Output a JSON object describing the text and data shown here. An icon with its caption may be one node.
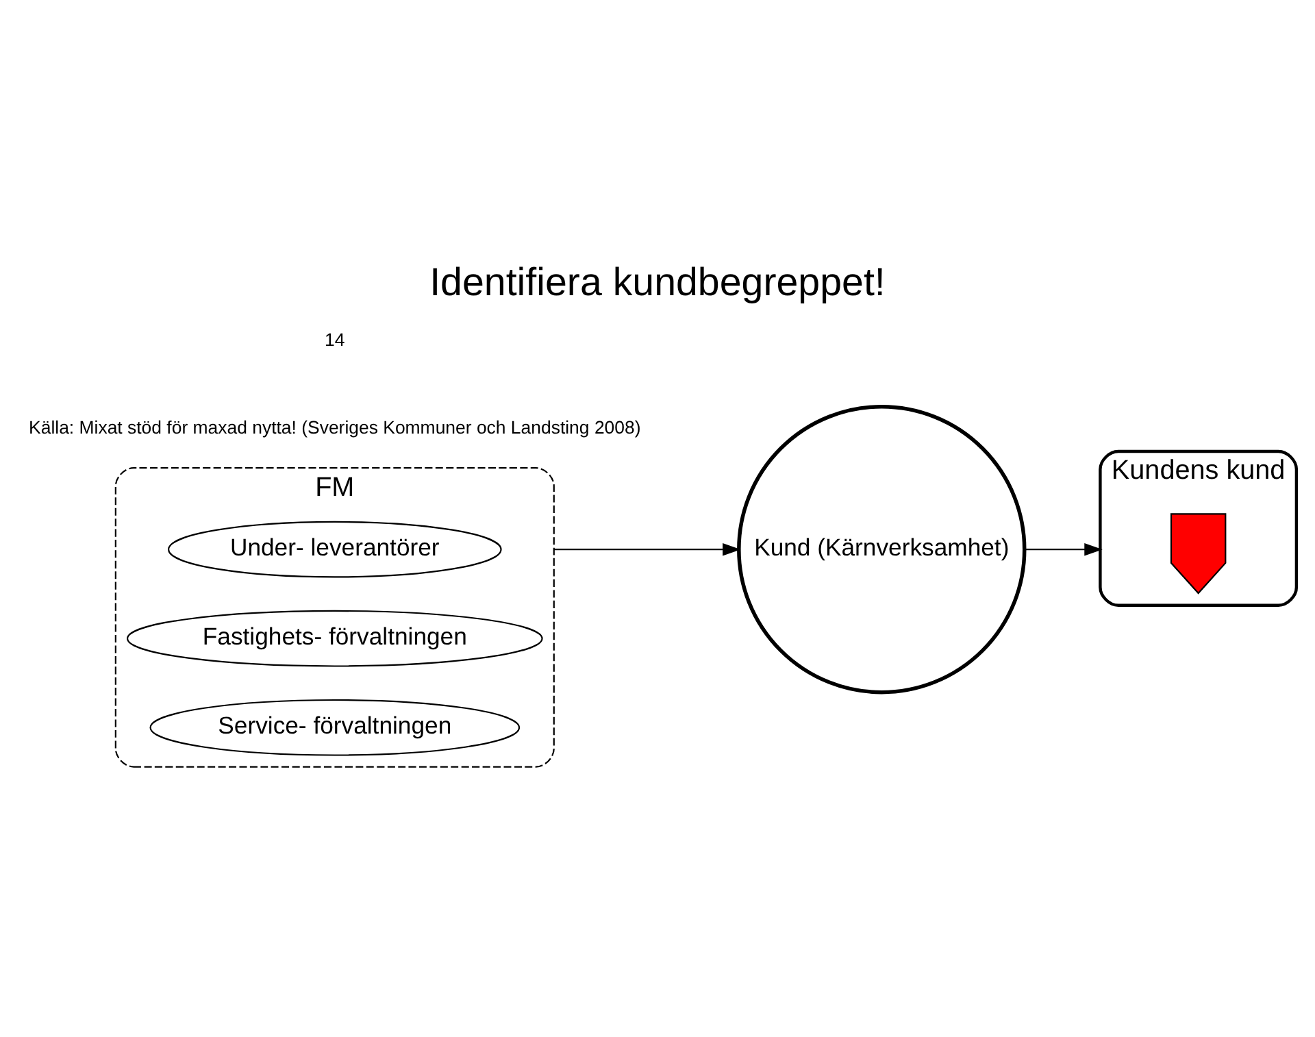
{
  "diagram": {
    "title": "Identifiera kundbegreppet!",
    "caption": "Källa: Mixat stöd för maxad nytta! (Sveriges Kommuner och Landsting 2008)",
    "nodes": [
      {
        "text": [
          "FM"
        ]
      },
      {
        "text": [
          "Under- leverantörer"
        ],
        "in": 0
      },
      {
        "text": [
          "Fastighets- förvaltningen"
        ],
        "in": 0
      },
      {
        "text": [
          "Service- förvaltningen"
        ],
        "in": 0
      },
      {
        "text": [
          "Kund (Kärnverksamhet)"
        ]
      },
      {
        "text": [
          "Kundens kund"
        ]
      },
      {
        "text": [],
        "shape": "person",
        "in": 5
      }
    ],
    "edges": [
      {
        "from": 0,
        "to": 4,
        "arrow": "to"
      },
      {
        "from": 4,
        "to": 5,
        "arrow": "to"
      }
    ],
    "labels": [
      "14"
    ]
  }
}
